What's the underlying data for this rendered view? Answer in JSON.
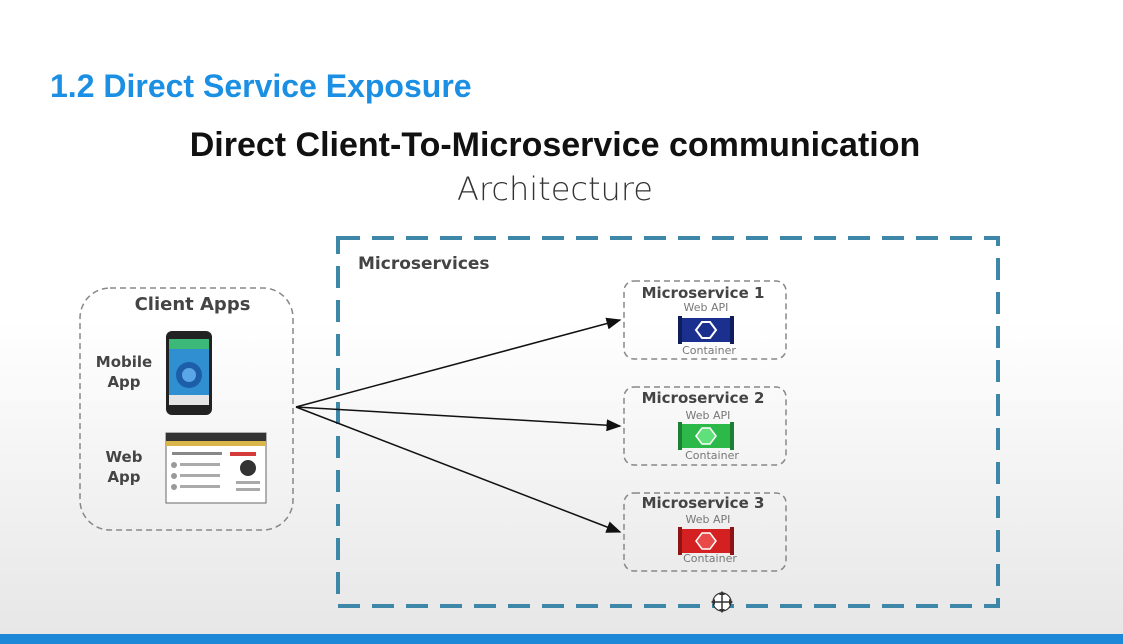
{
  "header": {
    "section_title": "1.2 Direct Service Exposure",
    "main_title": "Direct Client-To-Microservice communication",
    "subtitle": "Architecture"
  },
  "client_apps": {
    "title": "Client Apps",
    "mobile_label_line1": "Mobile",
    "mobile_label_line2": "App",
    "web_label_line1": "Web",
    "web_label_line2": "App"
  },
  "microservices": {
    "title": "Microservices",
    "items": [
      {
        "name": "Microservice 1",
        "api": "Web API",
        "container": "Container",
        "color": "#1b2f8f"
      },
      {
        "name": "Microservice 2",
        "api": "Web API",
        "container": "Container",
        "color": "#2db84a"
      },
      {
        "name": "Microservice 3",
        "api": "Web API",
        "container": "Container",
        "color": "#d42020"
      }
    ]
  },
  "colors": {
    "accent": "#1a8fe3",
    "dashed_border": "#3f87a8",
    "bottom_bar": "#1e88d8"
  }
}
